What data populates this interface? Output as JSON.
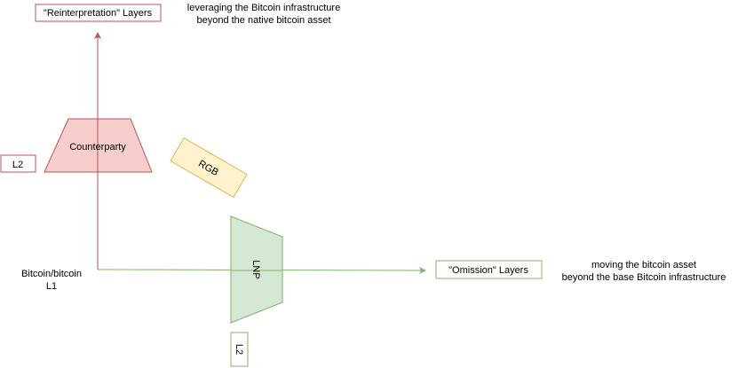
{
  "boxes": {
    "reinterpretation": "\"Reinterpretation\" Layers",
    "omission": "\"Omission\" Layers",
    "l2_left": "L2",
    "l2_bottom": "L2"
  },
  "shapes": {
    "counterparty": "Counterparty",
    "rgb": "RGB",
    "lnp": "LNP"
  },
  "notes": {
    "reinterpretation_line1": "leveraging the Bitcoin infrastructure",
    "reinterpretation_line2": "beyond the native bitcoin asset",
    "omission_line1": "moving the bitcoin asset",
    "omission_line2": "beyond the base Bitcoin infrastructure",
    "base_line1": "Bitcoin/bitcoin",
    "base_line2": "L1"
  },
  "colors": {
    "red_stroke": "#b85450",
    "red_fill": "#f8cecc",
    "green_stroke": "#82b366",
    "green_fill": "#d5e8d4",
    "yellow_stroke": "#d6b656",
    "yellow_fill": "#fff2cc"
  }
}
